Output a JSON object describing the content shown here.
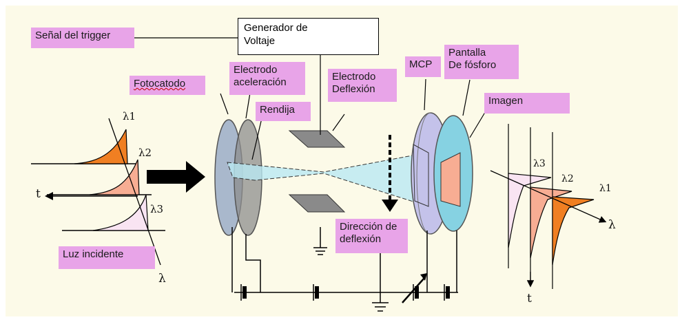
{
  "labels": {
    "trigger": "Señal del trigger",
    "generator_line1": "Generador de",
    "generator_line2": "Voltaje",
    "photocathode": "Fotocatodo",
    "accel_line1": "Electrodo",
    "accel_line2": "aceleración",
    "slit": "Rendija",
    "deflect_electrode_line1": "Electrodo",
    "deflect_electrode_line2": "Deflexión",
    "mcp": "MCP",
    "screen_line1": "Pantalla",
    "screen_line2": "De fósforo",
    "image": "Imagen",
    "deflect_dir_line1": "Dirección de",
    "deflect_dir_line2": "deflexión",
    "incident_light": "Luz incidente"
  },
  "symbols": {
    "lambda1_left": "λ1",
    "lambda2_left": "λ2",
    "lambda3_left": "λ3",
    "t_left": "t",
    "lambda_left": "λ",
    "lambda3_right": "λ3",
    "lambda2_right": "λ2",
    "lambda1_right": "λ1",
    "lambda_right": "λ",
    "t_right": "t"
  },
  "colors": {
    "label_bg": "#e8a4e8",
    "pulse1": "#f07f22",
    "pulse2": "#f7ad93",
    "pulse3": "#f9e4f2",
    "cathode": "#a9b8cc",
    "mcp": "#c4c2ea",
    "phosphor": "#86d2e2",
    "beam": "#b9e9f2"
  }
}
